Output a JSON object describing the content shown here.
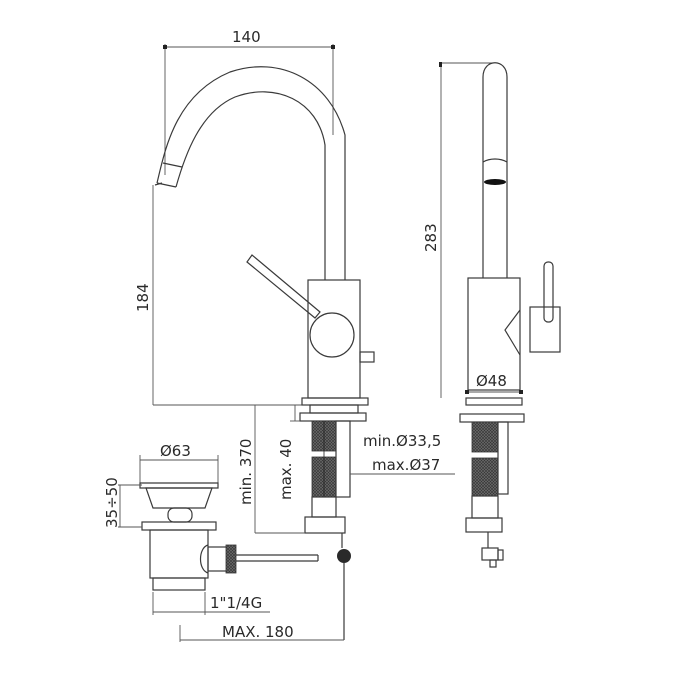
{
  "drawing": {
    "title": "Faucet technical drawing",
    "front_view": {
      "width_label": "140",
      "spout_height_label": "184"
    },
    "side_view": {
      "height_label": "283",
      "base_diameter_label": "Ø48"
    },
    "installation": {
      "min_depth_label": "min. 370",
      "max_deck_thickness_label": "max. 40",
      "min_hole_label": "min.Ø33,5",
      "max_hole_label": "max.Ø37"
    },
    "waste": {
      "diameter_label": "Ø63",
      "height_range_label": "35÷50",
      "thread_label": "1\"1/4G",
      "max_length_label": "MAX. 180"
    }
  },
  "colors": {
    "line": "#3a3a3a",
    "background": "#ffffff"
  }
}
